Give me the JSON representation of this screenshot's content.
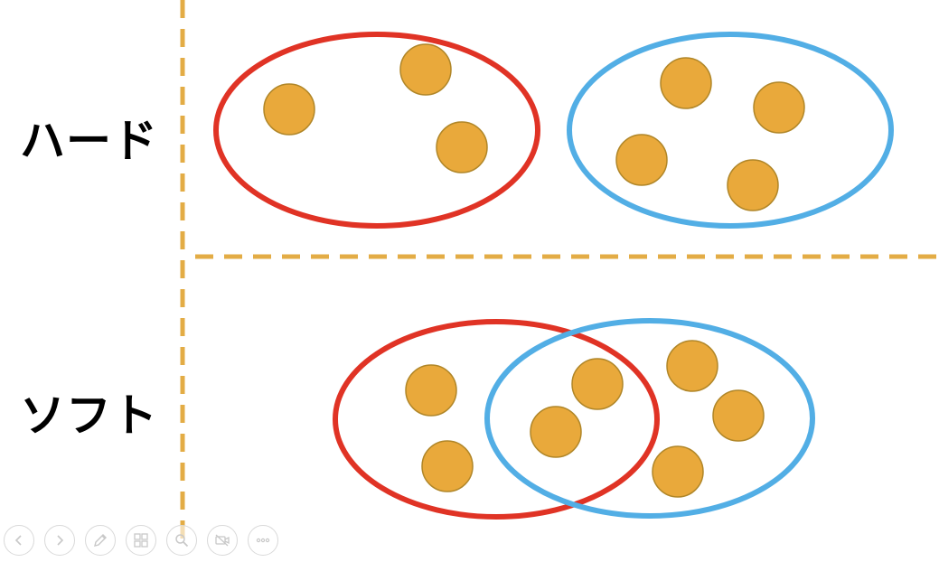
{
  "rows": {
    "hard_label": "ハード",
    "soft_label": "ソフト"
  },
  "diagram": {
    "hard_groups": [
      {
        "color": "red",
        "members": 3
      },
      {
        "color": "blue",
        "members": 4
      }
    ],
    "soft_groups": [
      {
        "color": "red",
        "members": 4
      },
      {
        "color": "blue",
        "members": 5
      }
    ],
    "soft_shared_members": 2
  },
  "colors": {
    "red": "#e03325",
    "blue": "#52aee5",
    "dot_fill": "#e9a93b",
    "dot_stroke": "#b08628",
    "divider": "#e3ac45",
    "control_icon": "#c8c8c8"
  },
  "controls": [
    {
      "name": "previous-slide-button",
      "icon": "chevron-left-icon"
    },
    {
      "name": "next-slide-button",
      "icon": "chevron-right-icon"
    },
    {
      "name": "pen-tool-button",
      "icon": "pen-icon"
    },
    {
      "name": "slide-overview-button",
      "icon": "grid-icon"
    },
    {
      "name": "zoom-button",
      "icon": "magnifier-icon"
    },
    {
      "name": "camera-off-button",
      "icon": "camera-off-icon"
    },
    {
      "name": "more-options-button",
      "icon": "more-icon"
    }
  ]
}
